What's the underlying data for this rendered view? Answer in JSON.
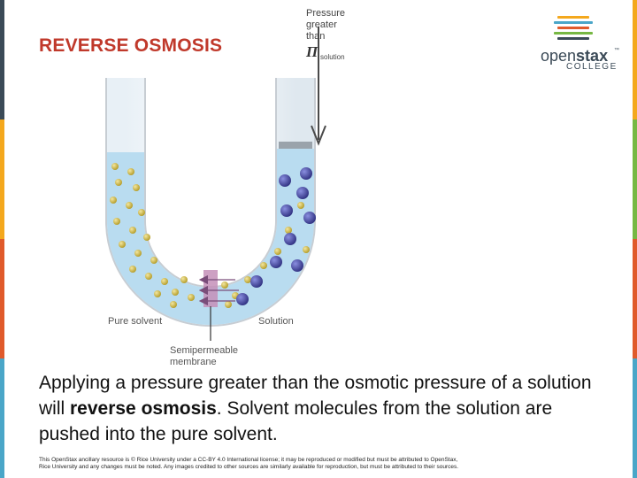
{
  "slide": {
    "title": "REVERSE OSMOSIS",
    "caption_part1": "Applying a pressure greater than the osmotic pressure of a solution will ",
    "caption_bold": "reverse osmosis",
    "caption_part2": ". Solvent molecules from the solution are pushed into the pure solvent.",
    "footer_line1": "This OpenStax ancillary resource is © Rice University under a CC-BY 4.0 International license; it may be reproduced or modified but must be attributed to OpenStax,",
    "footer_line2": "Rice University and any changes must be noted. Any images credited to other sources are similarly available for reproduction, but must be attributed to their sources."
  },
  "logo": {
    "word_light": "open",
    "word_bold": "stax",
    "trademark": "™",
    "subtitle": "COLLEGE",
    "bar_colors": [
      "#f4a81d",
      "#4aa6c8",
      "#e05a2b",
      "#77b843",
      "#4aa6c8",
      "#3b4a57"
    ]
  },
  "diagram": {
    "pressure_line1": "Pressure",
    "pressure_line2": "greater",
    "pressure_line3": "than",
    "pi_symbol": "Π",
    "pi_subscript": "solution",
    "label_pure_solvent": "Pure solvent",
    "label_solution": "Solution",
    "membrane_line1": "Semipermeable",
    "membrane_line2": "membrane"
  },
  "colors": {
    "title": "#c0392b",
    "liquid": "#b9dcf0",
    "solvent_particle": "#c9b23a",
    "solute_particle": "#4d4fa8",
    "membrane": "#c48fb8"
  },
  "side_stripes": [
    "#f4a81d",
    "#4aa6c8",
    "#e05a2b",
    "#77b843"
  ]
}
